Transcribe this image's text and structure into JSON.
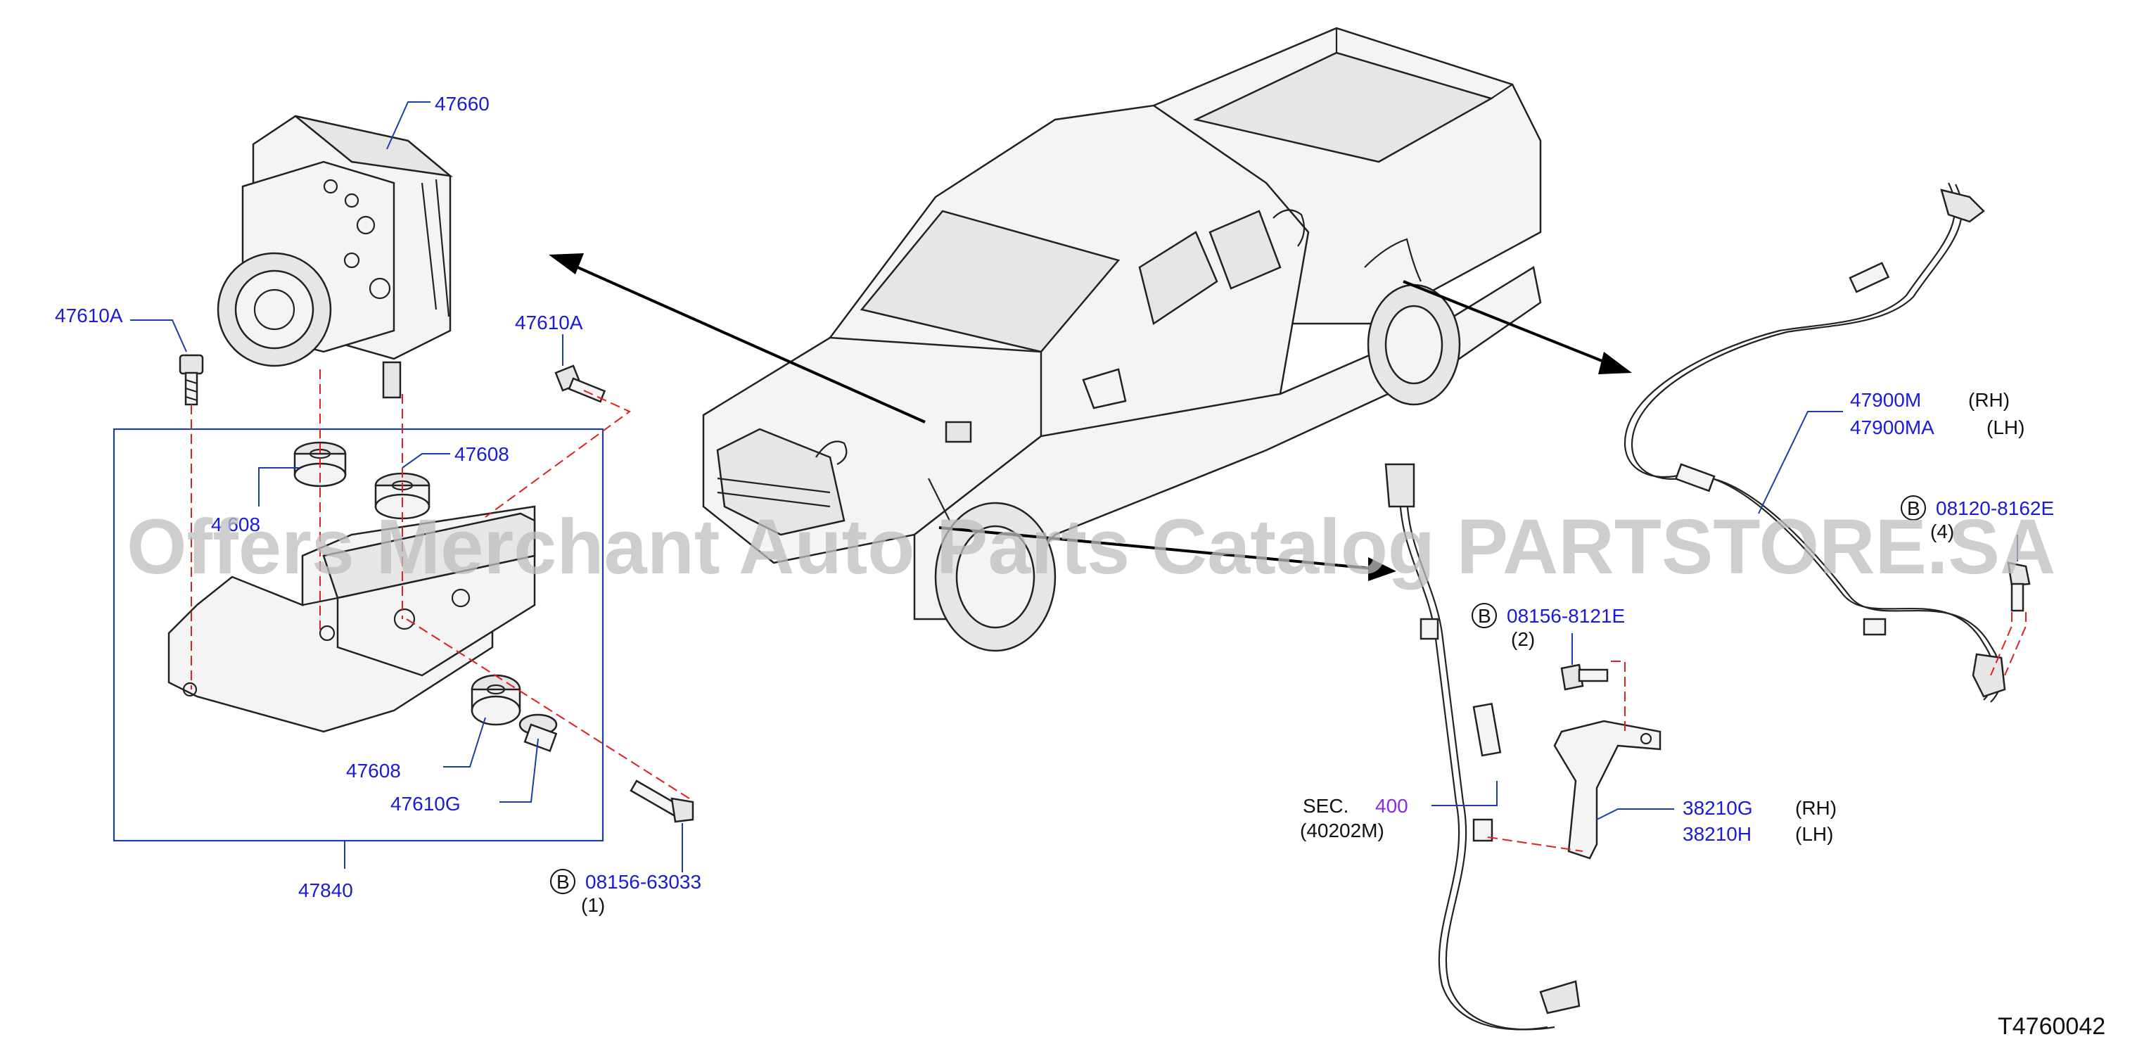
{
  "watermark": "Offers Merchant Auto Parts Catalog PARTSTORE.SA",
  "diagram_id": "T4760042",
  "labels": {
    "abs_actuator": "47660",
    "bolt_left": "47610A",
    "bolt_right": "47610A",
    "bushing_upper": "47608",
    "bushing_left": "4 608",
    "bushing_lower": "47608",
    "washer": "47610G",
    "bracket_assy": "47840",
    "rear_sensor_rh": "47900M",
    "rear_sensor_lh": "47900MA",
    "rh": "(RH)",
    "lh": "(LH)",
    "bolt_rear": "08120-8162E",
    "qty_rear": "(4)",
    "bolt_front": "08156-8121E",
    "qty_front": "(2)",
    "bracket_rh": "38210G",
    "bracket_lh": "38210H",
    "bracket_rh_side": "(RH)",
    "bracket_lh_side": "(LH)",
    "sec_prefix": "SEC.",
    "sec_number": "400",
    "sec_sub": "(40202M)",
    "bolt_bottom": "08156-63033",
    "qty_bottom": "(1)",
    "b_marker": "B"
  },
  "colors": {
    "part_number": "#1a1ad8",
    "section_ref": "#8a2be2",
    "red_dash": "#e02020",
    "leader": "#1a3ea8"
  }
}
